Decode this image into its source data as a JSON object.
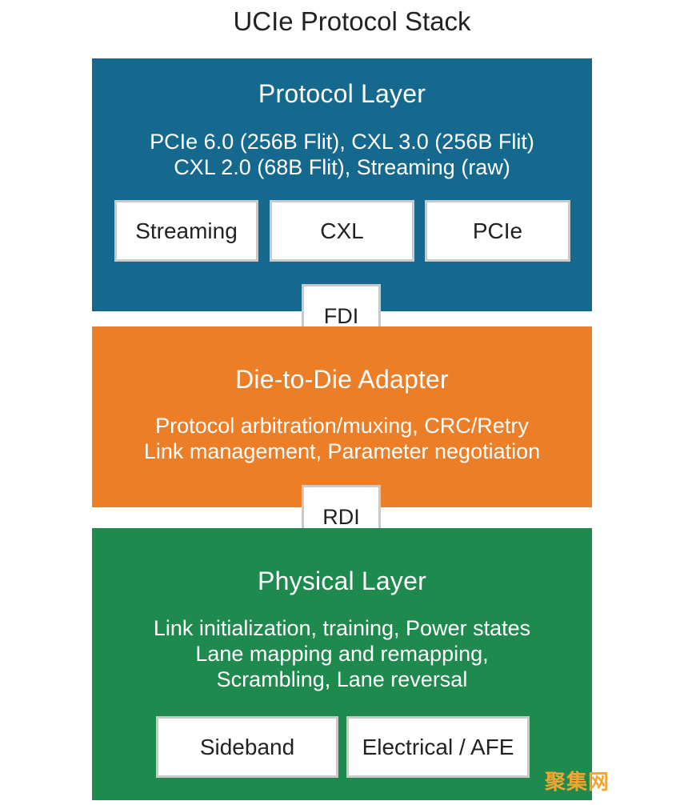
{
  "title": "UCIe Protocol Stack",
  "colors": {
    "protocol_layer": "#15698f",
    "die_to_die_adapter": "#ec7e27",
    "physical_layer": "#1e8a4d",
    "box_border": "#c9c9c9"
  },
  "protocol_layer": {
    "title": "Protocol Layer",
    "desc": [
      "PCIe 6.0 (256B Flit), CXL 3.0 (256B Flit)",
      "CXL 2.0 (68B Flit), Streaming (raw)"
    ],
    "boxes": [
      "Streaming",
      "CXL",
      "PCIe"
    ]
  },
  "interfaces": {
    "upper": "FDI",
    "lower": "RDI"
  },
  "die_to_die_adapter": {
    "title": "Die-to-Die Adapter",
    "desc": [
      "Protocol arbitration/muxing, CRC/Retry",
      "Link management, Parameter negotiation"
    ]
  },
  "physical_layer": {
    "title": "Physical Layer",
    "desc": [
      "Link initialization, training, Power states",
      "Lane mapping and remapping,",
      "Scrambling, Lane reversal"
    ],
    "boxes": [
      "Sideband",
      "Electrical / AFE"
    ]
  },
  "watermark": "聚集网"
}
